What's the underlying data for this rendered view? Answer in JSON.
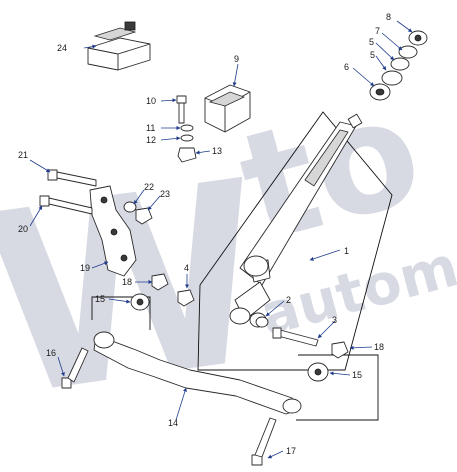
{
  "watermark": {
    "text_large": "W",
    "text_mid": "to",
    "text_small": "automo",
    "color": "#b8bccd"
  },
  "colors": {
    "leader": "#1e3b8c",
    "outline": "#2a2a2a"
  },
  "callouts": {
    "c1": "1",
    "c2": "2",
    "c3": "3",
    "c4": "4",
    "c5a": "5",
    "c5b": "5",
    "c6": "6",
    "c7": "7",
    "c8": "8",
    "c9": "9",
    "c10": "10",
    "c11": "11",
    "c12": "12",
    "c13": "13",
    "c14": "14",
    "c15a": "15",
    "c15b": "15",
    "c16": "16",
    "c17": "17",
    "c18a": "18",
    "c18b": "18",
    "c19": "19",
    "c20": "20",
    "c21": "21",
    "c22": "22",
    "c23": "23",
    "c24": "24"
  }
}
